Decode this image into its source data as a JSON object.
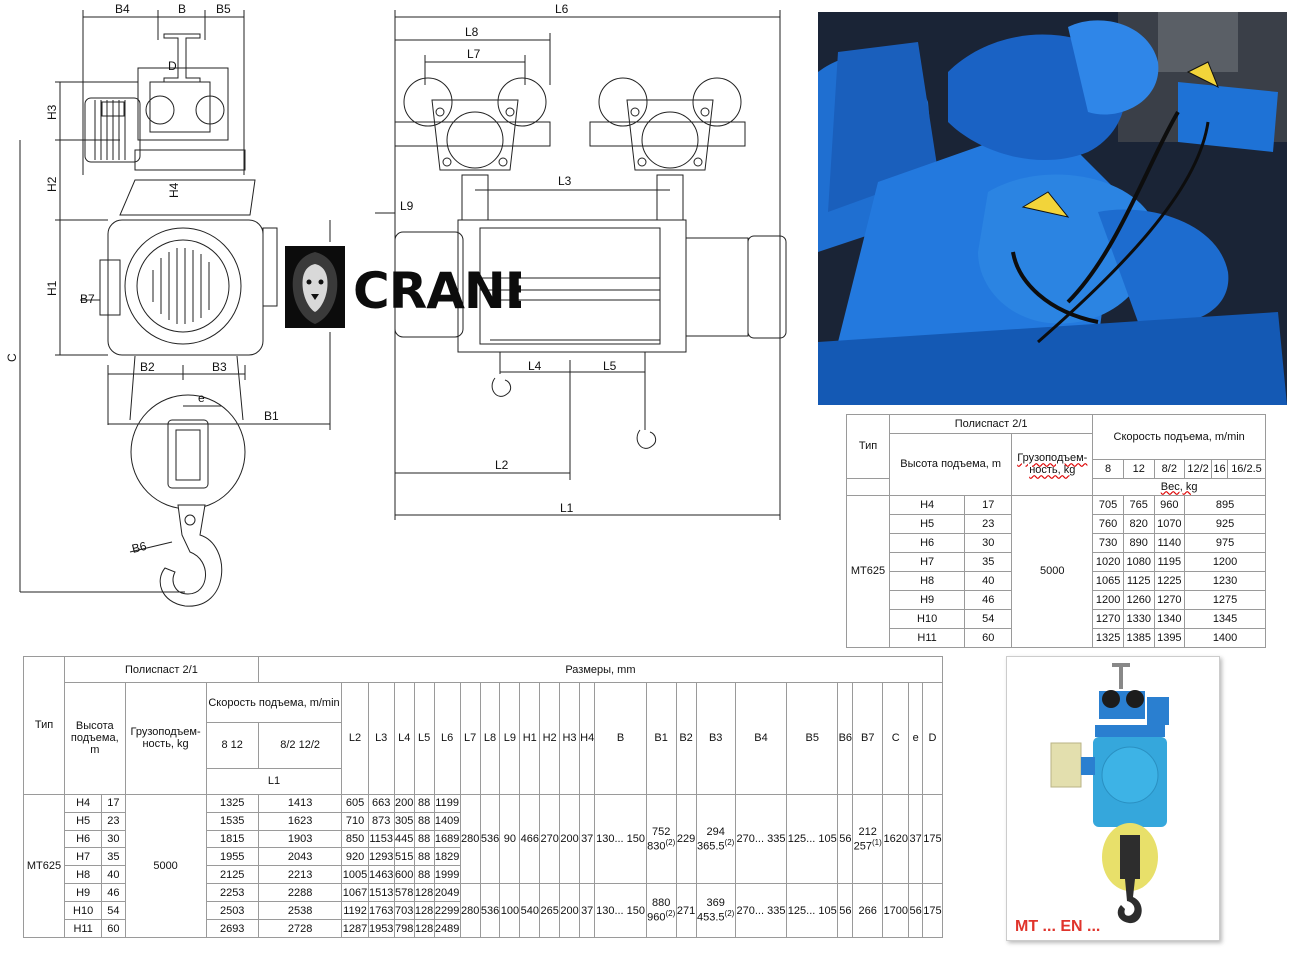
{
  "logo": {
    "text": "CRANE"
  },
  "drawing": {
    "front_labels": {
      "b4": "B4",
      "b": "B",
      "b5": "B5",
      "d": "D",
      "h3": "H3",
      "h2": "H2",
      "h4": "H4",
      "h1": "H1",
      "b7": "B7",
      "c": "C",
      "b2": "B2",
      "b3": "B3",
      "e": "e",
      "b1": "B1",
      "b6": "B6"
    },
    "side_labels": {
      "l6": "L6",
      "l8": "L8",
      "l7": "L7",
      "l3": "L3",
      "l9": "L9",
      "l4": "L4",
      "l5": "L5",
      "l2": "L2",
      "l1": "L1"
    }
  },
  "preview": {
    "caption": "MT ... EN ..."
  },
  "weight_table": {
    "h_type": "Тип",
    "h_polispast": "Полиспаст 2/1",
    "h_height": "Высота подъема, m",
    "h_capacity": "Грузоподъем-ность, kg",
    "h_speed": "Скорость подъема, m/min",
    "speed_cols": [
      "8",
      "12",
      "8/2",
      "12/2",
      "16",
      "16/2.5"
    ],
    "h_weight": "Вес, kg",
    "type": "MT625",
    "capacity": "5000",
    "rows": [
      {
        "h": "H4",
        "m": "17",
        "w": [
          "705",
          "765",
          "960",
          "895"
        ]
      },
      {
        "h": "H5",
        "m": "23",
        "w": [
          "760",
          "820",
          "1070",
          "925"
        ]
      },
      {
        "h": "H6",
        "m": "30",
        "w": [
          "730",
          "890",
          "1140",
          "975"
        ]
      },
      {
        "h": "H7",
        "m": "35",
        "w": [
          "1020",
          "1080",
          "1195",
          "1200"
        ]
      },
      {
        "h": "H8",
        "m": "40",
        "w": [
          "1065",
          "1125",
          "1225",
          "1230"
        ]
      },
      {
        "h": "H9",
        "m": "46",
        "w": [
          "1200",
          "1260",
          "1270",
          "1275"
        ]
      },
      {
        "h": "H10",
        "m": "54",
        "w": [
          "1270",
          "1330",
          "1340",
          "1345"
        ]
      },
      {
        "h": "H11",
        "m": "60",
        "w": [
          "1325",
          "1385",
          "1395",
          "1400"
        ]
      }
    ]
  },
  "dims_table": {
    "h_type": "Тип",
    "h_polispast": "Полиспаст 2/1",
    "h_sizes": "Размеры, mm",
    "h_height": "Высота подъема, m",
    "h_capacity": "Грузоподъем-ность, kg",
    "h_speed": "Скорость подъема, m/min",
    "h_speed_a": "8 12",
    "h_speed_b": "8/2 12/2",
    "h_l1": "L1",
    "cols": [
      "L2",
      "L3",
      "L4",
      "L5",
      "L6",
      "L7",
      "L8",
      "L9",
      "H1",
      "H2",
      "H3",
      "H4",
      "B",
      "B1",
      "B2",
      "B3",
      "B4",
      "B5",
      "B6",
      "B7",
      "C",
      "e",
      "D"
    ],
    "type": "MT625",
    "capacity": "5000",
    "rows": [
      {
        "h": "H4",
        "m": "17",
        "l1a": "1325",
        "l1b": "1413",
        "l2": "605",
        "l3": "663",
        "l4": "200",
        "l5": "88",
        "l6": "1199"
      },
      {
        "h": "H5",
        "m": "23",
        "l1a": "1535",
        "l1b": "1623",
        "l2": "710",
        "l3": "873",
        "l4": "305",
        "l5": "88",
        "l6": "1409"
      },
      {
        "h": "H6",
        "m": "30",
        "l1a": "1815",
        "l1b": "1903",
        "l2": "850",
        "l3": "1153",
        "l4": "445",
        "l5": "88",
        "l6": "1689"
      },
      {
        "h": "H7",
        "m": "35",
        "l1a": "1955",
        "l1b": "2043",
        "l2": "920",
        "l3": "1293",
        "l4": "515",
        "l5": "88",
        "l6": "1829"
      },
      {
        "h": "H8",
        "m": "40",
        "l1a": "2125",
        "l1b": "2213",
        "l2": "1005",
        "l3": "1463",
        "l4": "600",
        "l5": "88",
        "l6": "1999"
      },
      {
        "h": "H9",
        "m": "46",
        "l1a": "2253",
        "l1b": "2288",
        "l2": "1067",
        "l3": "1513",
        "l4": "578",
        "l5": "128",
        "l6": "2049"
      },
      {
        "h": "H10",
        "m": "54",
        "l1a": "2503",
        "l1b": "2538",
        "l2": "1192",
        "l3": "1763",
        "l4": "703",
        "l5": "128",
        "l6": "2299"
      },
      {
        "h": "H11",
        "m": "60",
        "l1a": "2693",
        "l1b": "2728",
        "l2": "1287",
        "l3": "1953",
        "l4": "798",
        "l5": "128",
        "l6": "2489"
      }
    ],
    "group1": {
      "l7": "280",
      "l8": "536",
      "l9": "90",
      "h1": "466",
      "h2": "270",
      "h3": "200",
      "h4": "37",
      "b": "130... 150",
      "b1": "752",
      "b1b": "830",
      "b1sup": "(2)",
      "b2": "229",
      "b3": "294",
      "b3b": "365.5",
      "b3sup": "(2)",
      "b4": "270... 335",
      "b5": "125... 105",
      "b6": "56",
      "b7": "212",
      "b7b": "257",
      "b7sup": "(1)",
      "c": "1620",
      "e": "37",
      "d": "175"
    },
    "group2": {
      "l7": "280",
      "l8": "536",
      "l9": "100",
      "h1": "540",
      "h2": "265",
      "h3": "200",
      "h4": "37",
      "b": "130... 150",
      "b1": "880",
      "b1b": "960",
      "b1sup": "(2)",
      "b2": "271",
      "b3": "369",
      "b3b": "453.5",
      "b3sup": "(2)",
      "b4": "270... 335",
      "b5": "125... 105",
      "b6": "56",
      "b7": "266",
      "c": "1700",
      "e": "56",
      "d": "175"
    }
  },
  "colors": {
    "machine_blue": "#1f6fd1",
    "preview_blue": "#35a7dc",
    "hook_yellow": "#e8e06a",
    "caption_red": "#e0342c"
  }
}
